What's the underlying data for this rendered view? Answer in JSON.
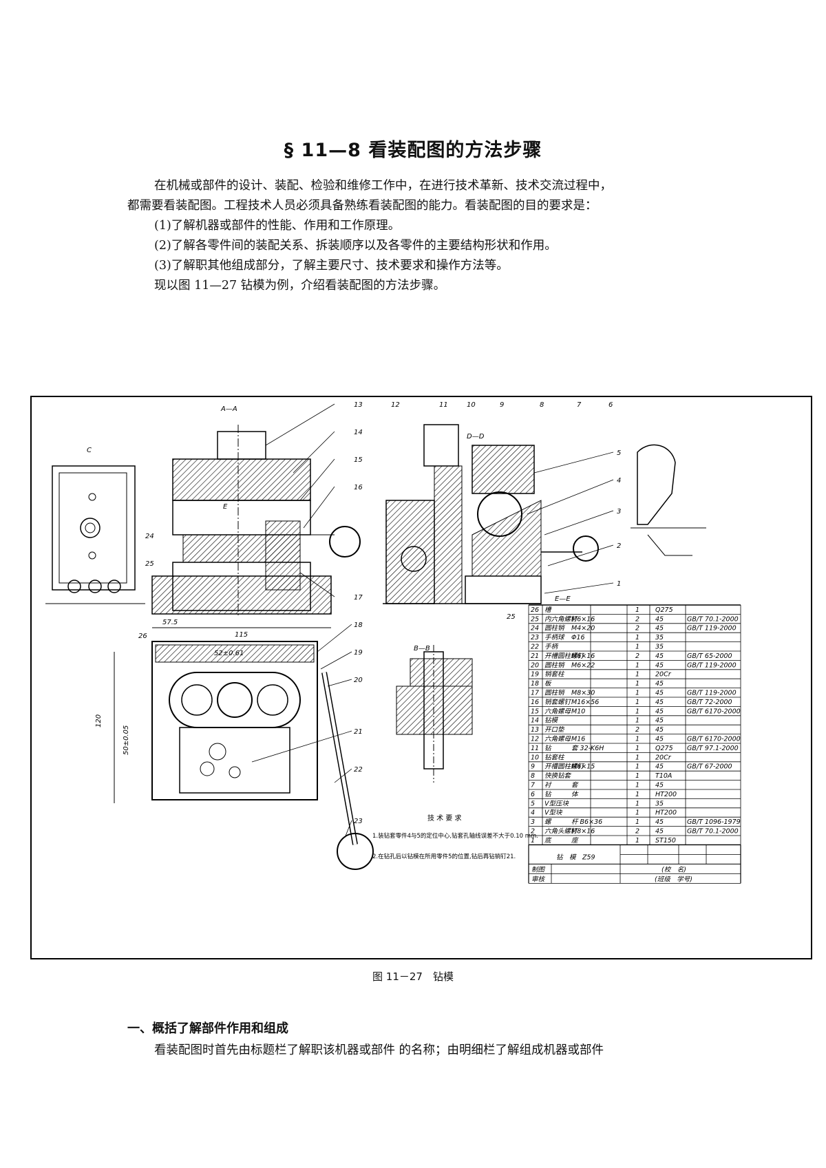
{
  "title": "§ 11—8 看装配图的方法步骤",
  "intro": [
    "在机械或部件的设计、装配、检验和维修工作中，在进行技术革新、技术交流过程中，",
    "都需要看装配图。工程技术人员必须具备熟练看装配图的能力。看装配图的目的要求是：",
    "(1)了解机器或部件的性能、作用和工作原理。",
    "(2)了解各零件间的装配关系、拆装顺序以及各零件的主要结构形状和作用。",
    "(3)了解职其他组成部分，了解主要尺寸、技术要求和操作方法等。",
    "现以图 11—27 钻模为例，介绍看装配图的方法步骤。"
  ],
  "figure": {
    "caption": "图 11－27　钻模",
    "section_labels": [
      "A—A",
      "B—B",
      "D—D",
      "C",
      "E",
      "E—E"
    ],
    "part_callouts": [
      "1",
      "2",
      "3",
      "4",
      "5",
      "6",
      "7",
      "8",
      "9",
      "10",
      "11",
      "12",
      "13",
      "14",
      "15",
      "16",
      "17",
      "18",
      "19",
      "20",
      "21",
      "22",
      "23",
      "24",
      "25",
      "26"
    ],
    "dimensions": [
      "57.5",
      "115",
      "25",
      "52±0.61",
      "120",
      "50±0.05"
    ],
    "tech_req_title": "技 术 要 求",
    "tech_req": [
      "1.装钻套零件4与5的定位中心,钻套孔轴线误差不大于0.10 mm.",
      "2.在钻孔后以钻模在所用零件5的位置,钻后再钻销钉21."
    ],
    "bom": [
      [
        "26",
        "槽",
        "",
        "1",
        "Q275",
        ""
      ],
      [
        "25",
        "内六角螺钉",
        "M6×16",
        "2",
        "45",
        "GB/T 70.1-2000"
      ],
      [
        "24",
        "圆柱销",
        "M4×20",
        "2",
        "45",
        "GB/T 119-2000"
      ],
      [
        "23",
        "手柄球",
        "Φ16",
        "1",
        "35",
        ""
      ],
      [
        "22",
        "手柄",
        "",
        "1",
        "35",
        ""
      ],
      [
        "21",
        "开槽圆柱螺钉",
        "M6×16",
        "2",
        "45",
        "GB/T 65-2000"
      ],
      [
        "20",
        "圆柱销",
        "M6×22",
        "1",
        "45",
        "GB/T 119-2000"
      ],
      [
        "19",
        "销套柱",
        "",
        "1",
        "20Cr",
        ""
      ],
      [
        "18",
        "板",
        "",
        "1",
        "45",
        ""
      ],
      [
        "17",
        "圆柱销",
        "M8×30",
        "1",
        "45",
        "GB/T 119-2000"
      ],
      [
        "16",
        "销套螺钉",
        "M16×56",
        "1",
        "45",
        "GB/T 72-2000"
      ],
      [
        "15",
        "六角螺母",
        "M10",
        "1",
        "45",
        "GB/T 6170-2000"
      ],
      [
        "14",
        "钻模",
        "",
        "1",
        "45",
        ""
      ],
      [
        "13",
        "开口垫",
        "",
        "2",
        "45",
        ""
      ],
      [
        "12",
        "六角螺母",
        "M16",
        "1",
        "45",
        "GB/T 6170-2000"
      ],
      [
        "11",
        "钻",
        "套 32-K6H",
        "1",
        "Q275",
        "GB/T 97.1-2000"
      ],
      [
        "10",
        "钻套柱",
        "",
        "1",
        "20Cr",
        ""
      ],
      [
        "9",
        "开槽圆柱螺钉",
        "M6×15",
        "1",
        "45",
        "GB/T 67-2000"
      ],
      [
        "8",
        "快换钻套",
        "",
        "1",
        "T10A",
        ""
      ],
      [
        "7",
        "衬",
        "套",
        "1",
        "45",
        ""
      ],
      [
        "6",
        "钻",
        "体",
        "1",
        "HT200",
        ""
      ],
      [
        "5",
        "V型压块",
        "",
        "1",
        "35",
        ""
      ],
      [
        "4",
        "V型块",
        "",
        "1",
        "HT200",
        ""
      ],
      [
        "3",
        "螺",
        "杆 B6×36",
        "1",
        "45",
        "GB/T 1096-1979"
      ],
      [
        "2",
        "六角头螺钉",
        "M8×16",
        "2",
        "45",
        "GB/T 70.1-2000"
      ],
      [
        "1",
        "底",
        "座",
        "1",
        "ST150",
        ""
      ]
    ],
    "title_block": {
      "name": "钻　模　Z59",
      "row_labels": [
        "制图",
        "审核"
      ],
      "right_labels": [
        "(校　名)",
        "(班级　学号)"
      ]
    }
  },
  "section_heading": "一、概括了解部件作用和组成",
  "last_line": "看装配图时首先由标题栏了解职该机器或部件 的名称；由明细栏了解组成机器或部件"
}
